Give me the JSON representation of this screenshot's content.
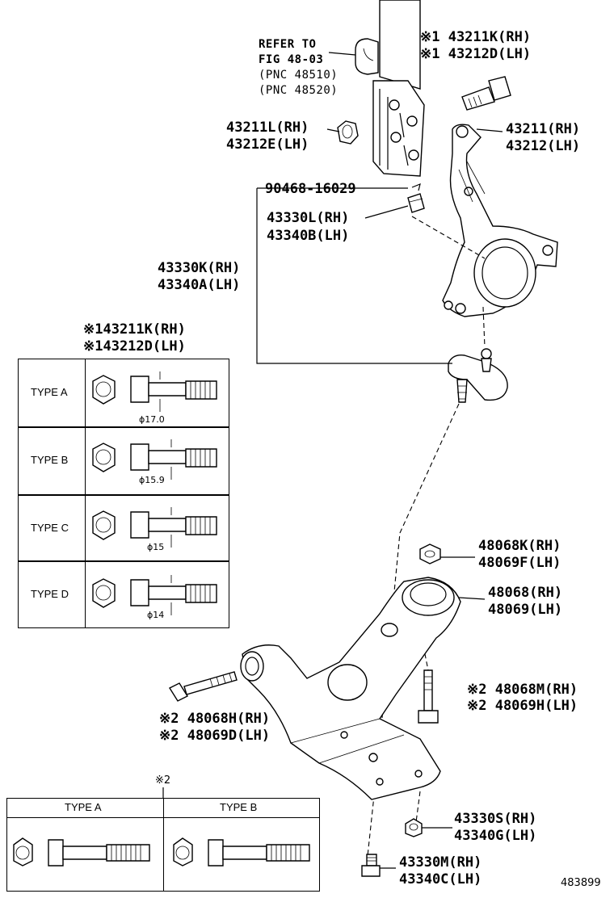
{
  "callouts": {
    "refer": [
      "REFER TO",
      "FIG 48-03",
      "(PNC 48510)",
      "(PNC 48520)"
    ],
    "bolt_top_rh": "※1 43211K(RH)",
    "bolt_top_lh": "※1 43212D(LH)",
    "nut_43211L_rh": "43211L(RH)",
    "nut_43212E_lh": "43212E(LH)",
    "knuckle_rh": "43211(RH)",
    "knuckle_lh": "43212(LH)",
    "pin": "90468-16029",
    "nut_43330L_rh": "43330L(RH)",
    "nut_43340B_lh": "43340B(LH)",
    "balljoint_rh": "43330K(RH)",
    "balljoint_lh": "43340A(LH)",
    "table1_rh": "※143211K(RH)",
    "table1_lh": "※143212D(LH)",
    "nut_48068K_rh": "48068K(RH)",
    "nut_48069F_lh": "48069F(LH)",
    "arm_rh": "48068(RH)",
    "arm_lh": "48069(LH)",
    "bolt_48068M_rh": "※2 48068M(RH)",
    "bolt_48069H_lh": "※2 48069H(LH)",
    "bolt_48068H_rh": "※2 48068H(RH)",
    "bolt_48069D_lh": "※2 48069D(LH)",
    "table2_mark": "※2",
    "nut_43330S_rh": "43330S(RH)",
    "nut_43340G_lh": "43340G(LH)",
    "bolt_43330M_rh": "43330M(RH)",
    "bolt_43340C_lh": "43340C(LH)",
    "figure_id": "483899"
  },
  "bolt_table": {
    "rows": [
      {
        "type": "TYPE A",
        "dim": "ϕ17.0"
      },
      {
        "type": "TYPE B",
        "dim": "ϕ15.9"
      },
      {
        "type": "TYPE C",
        "dim": "ϕ15"
      },
      {
        "type": "TYPE D",
        "dim": "ϕ14"
      }
    ]
  },
  "bottom_table": {
    "cols": [
      "TYPE A",
      "TYPE B"
    ]
  },
  "icons": [
    "hex-nut-icon",
    "flange-bolt-icon"
  ]
}
